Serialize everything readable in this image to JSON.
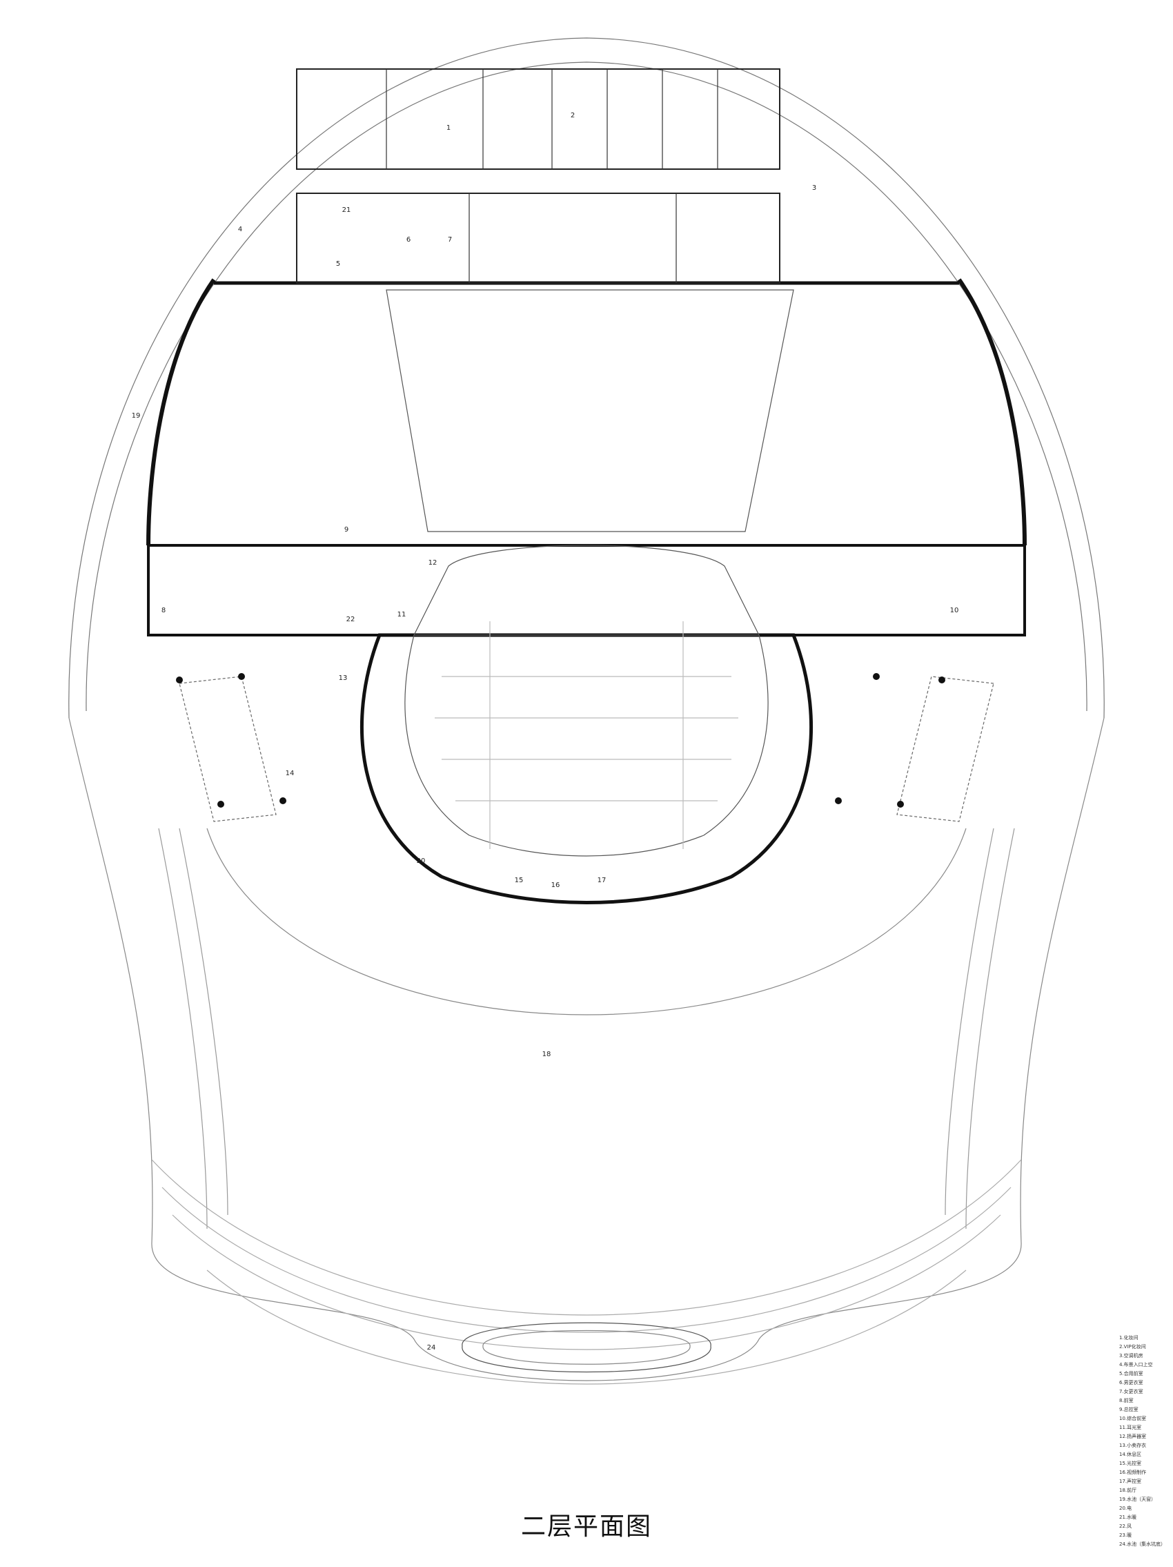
{
  "title": "二层平面图",
  "room_labels": [
    "1",
    "2",
    "3",
    "4",
    "5",
    "6",
    "7",
    "8",
    "9",
    "10",
    "11",
    "12",
    "13",
    "14",
    "15",
    "16",
    "17",
    "18",
    "19",
    "20",
    "21",
    "22",
    "24"
  ],
  "legend": [
    "1.化妆间",
    "2.VIP化妆间",
    "3.空调机房",
    "4.布景入口上空",
    "5.合用前室",
    "6.男更衣室",
    "7.女更衣室",
    "8.前室",
    "9.总控室",
    "10.综合前室",
    "11.耳光室",
    "12.扬声器室",
    "13.小卖存衣",
    "14.休息区",
    "15.光控室",
    "16.视频制作",
    "17.声控室",
    "18.前厅",
    "19.水池（天窗）",
    "20.电",
    "21.水暖",
    "22.风",
    "23.暖",
    "24.水池（集水坑底）"
  ]
}
